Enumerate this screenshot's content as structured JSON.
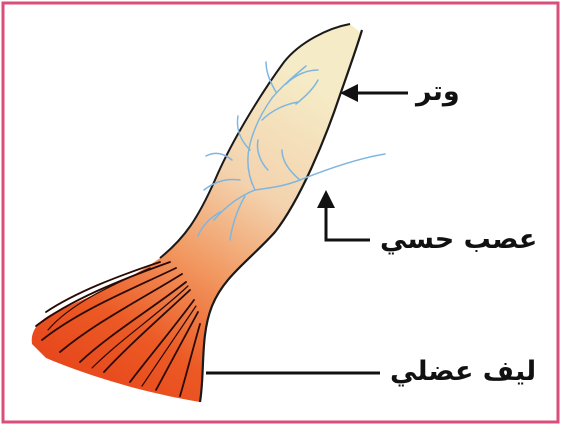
{
  "diagram": {
    "labels": {
      "tendon": "وتر",
      "sensory_nerve": "عصب حسي",
      "muscle_fiber": "ليف عضلي"
    },
    "colors": {
      "frame_border": "#d94f7a",
      "muscle": "#e8481e",
      "tendon": "#f3e2bf",
      "nerve": "#7fb6df",
      "outline": "#1a1a1a"
    }
  }
}
